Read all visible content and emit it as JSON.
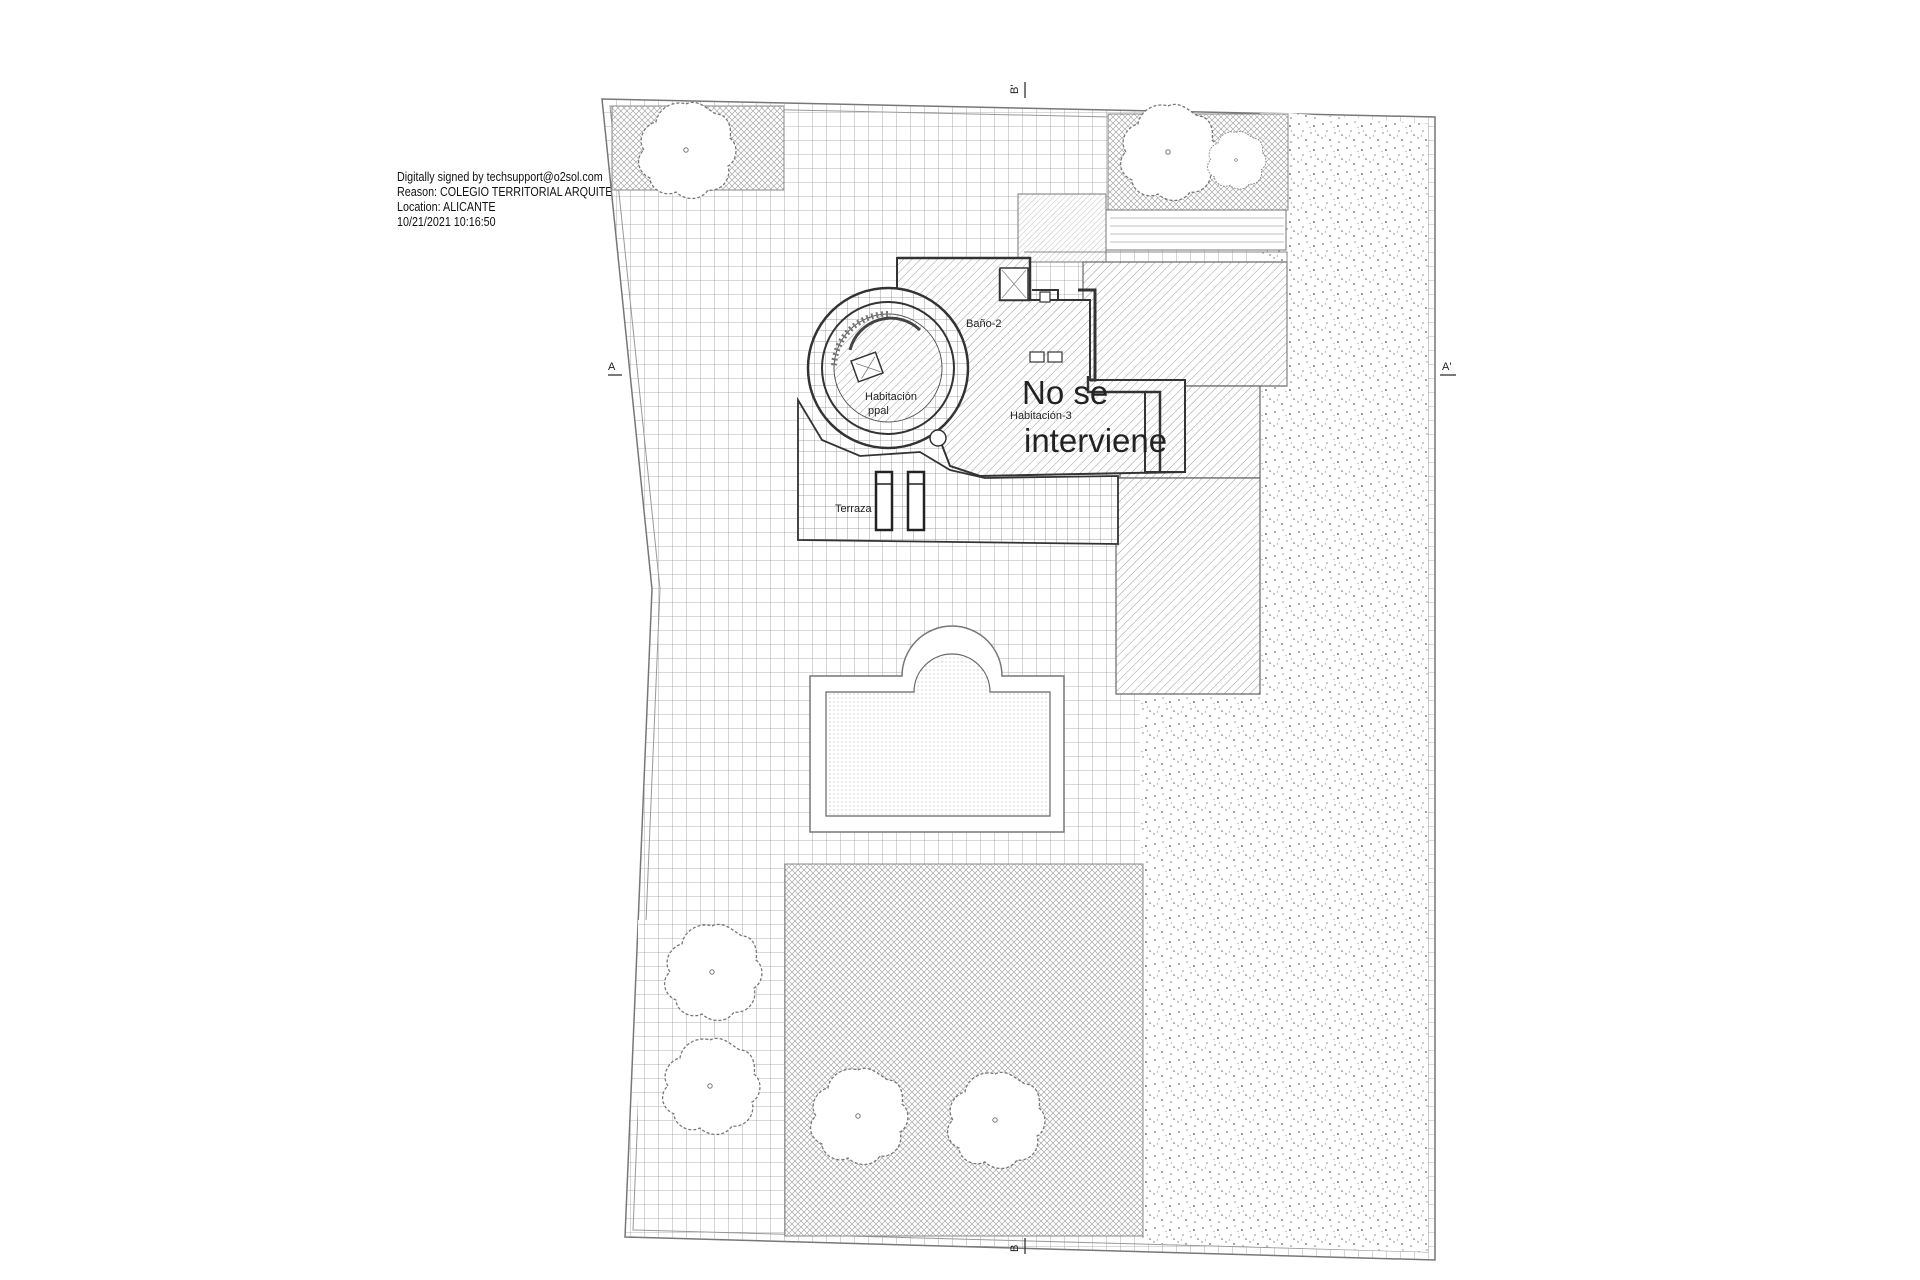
{
  "signature": {
    "line1": "Digitally signed by techsupport@o2sol.com",
    "line2": "Reason: COLEGIO TERRITORIAL ARQUITECTOS ALICANTE",
    "line3": "Location: ALICANTE",
    "line4": "10/21/2021 10:16:50"
  },
  "rooms": {
    "bano": "Baño-2",
    "habitacion_ppal_1": "Habitación",
    "habitacion_ppal_2": "ppal",
    "habitacion_3": "Habitación-3",
    "terraza": "Terraza"
  },
  "notice": {
    "line1": "No se",
    "line2": "interviene"
  },
  "section_marks": {
    "a_left": "A",
    "a_right": "A'",
    "b_top": "B'",
    "b_bottom": "B"
  }
}
